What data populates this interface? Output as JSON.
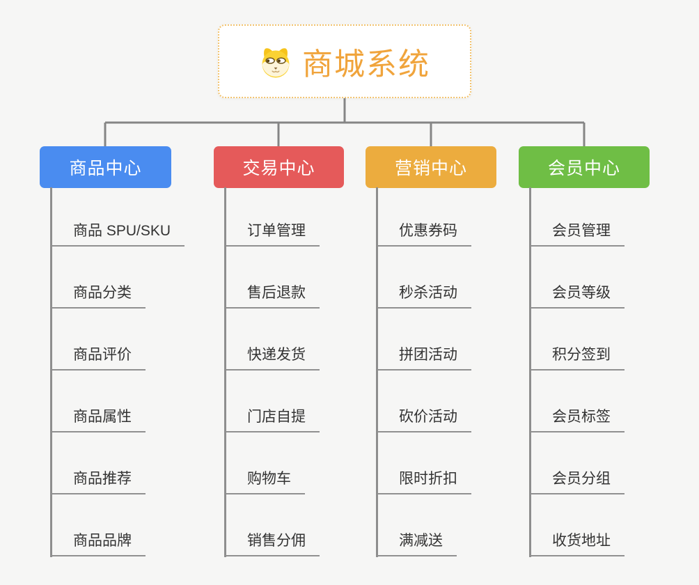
{
  "root": {
    "label": "商城系统",
    "color": "#f0a43c",
    "icon": "dog-face-icon"
  },
  "branches": [
    {
      "label": "商品中心",
      "color": "#4a8cf0",
      "children": [
        "商品 SPU/SKU",
        "商品分类",
        "商品评价",
        "商品属性",
        "商品推荐",
        "商品品牌"
      ]
    },
    {
      "label": "交易中心",
      "color": "#e55a5a",
      "children": [
        "订单管理",
        "售后退款",
        "快递发货",
        "门店自提",
        "购物车",
        "销售分佣"
      ]
    },
    {
      "label": "营销中心",
      "color": "#ecac3e",
      "children": [
        "优惠券码",
        "秒杀活动",
        "拼团活动",
        "砍价活动",
        "限时折扣",
        "满减送"
      ]
    },
    {
      "label": "会员中心",
      "color": "#6fbe45",
      "children": [
        "会员管理",
        "会员等级",
        "积分签到",
        "会员标签",
        "会员分组",
        "收货地址"
      ]
    }
  ],
  "connector_color": "#858585"
}
